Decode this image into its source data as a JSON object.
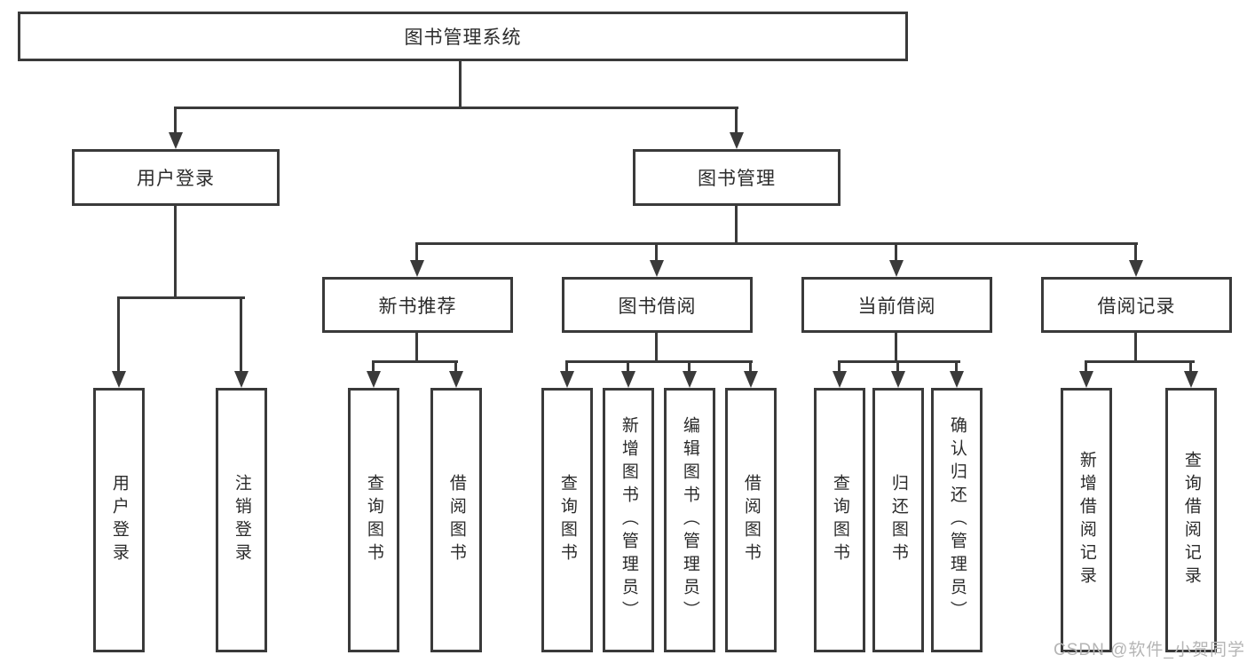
{
  "colors": {
    "line": "#3a3a3a",
    "text": "#2b2b2b",
    "background": "#ffffff",
    "watermark": "#b5b5b5"
  },
  "watermark": {
    "text": "CSDN @软件_小贺同学"
  },
  "tree": {
    "label": "图书管理系统",
    "children": [
      {
        "label": "用户登录",
        "children": [
          {
            "label": "用户登录"
          },
          {
            "label": "注销登录"
          }
        ]
      },
      {
        "label": "图书管理",
        "children": [
          {
            "label": "新书推荐",
            "children": [
              {
                "label": "查询图书"
              },
              {
                "label": "借阅图书"
              }
            ]
          },
          {
            "label": "图书借阅",
            "children": [
              {
                "label": "查询图书"
              },
              {
                "label": "新增图书（管理员）"
              },
              {
                "label": "编辑图书（管理员）"
              },
              {
                "label": "借阅图书"
              }
            ]
          },
          {
            "label": "当前借阅",
            "children": [
              {
                "label": "查询图书"
              },
              {
                "label": "归还图书"
              },
              {
                "label": "确认归还（管理员）"
              }
            ]
          },
          {
            "label": "借阅记录",
            "children": [
              {
                "label": "新增借阅记录"
              },
              {
                "label": "查询借阅记录"
              }
            ]
          }
        ]
      }
    ]
  }
}
